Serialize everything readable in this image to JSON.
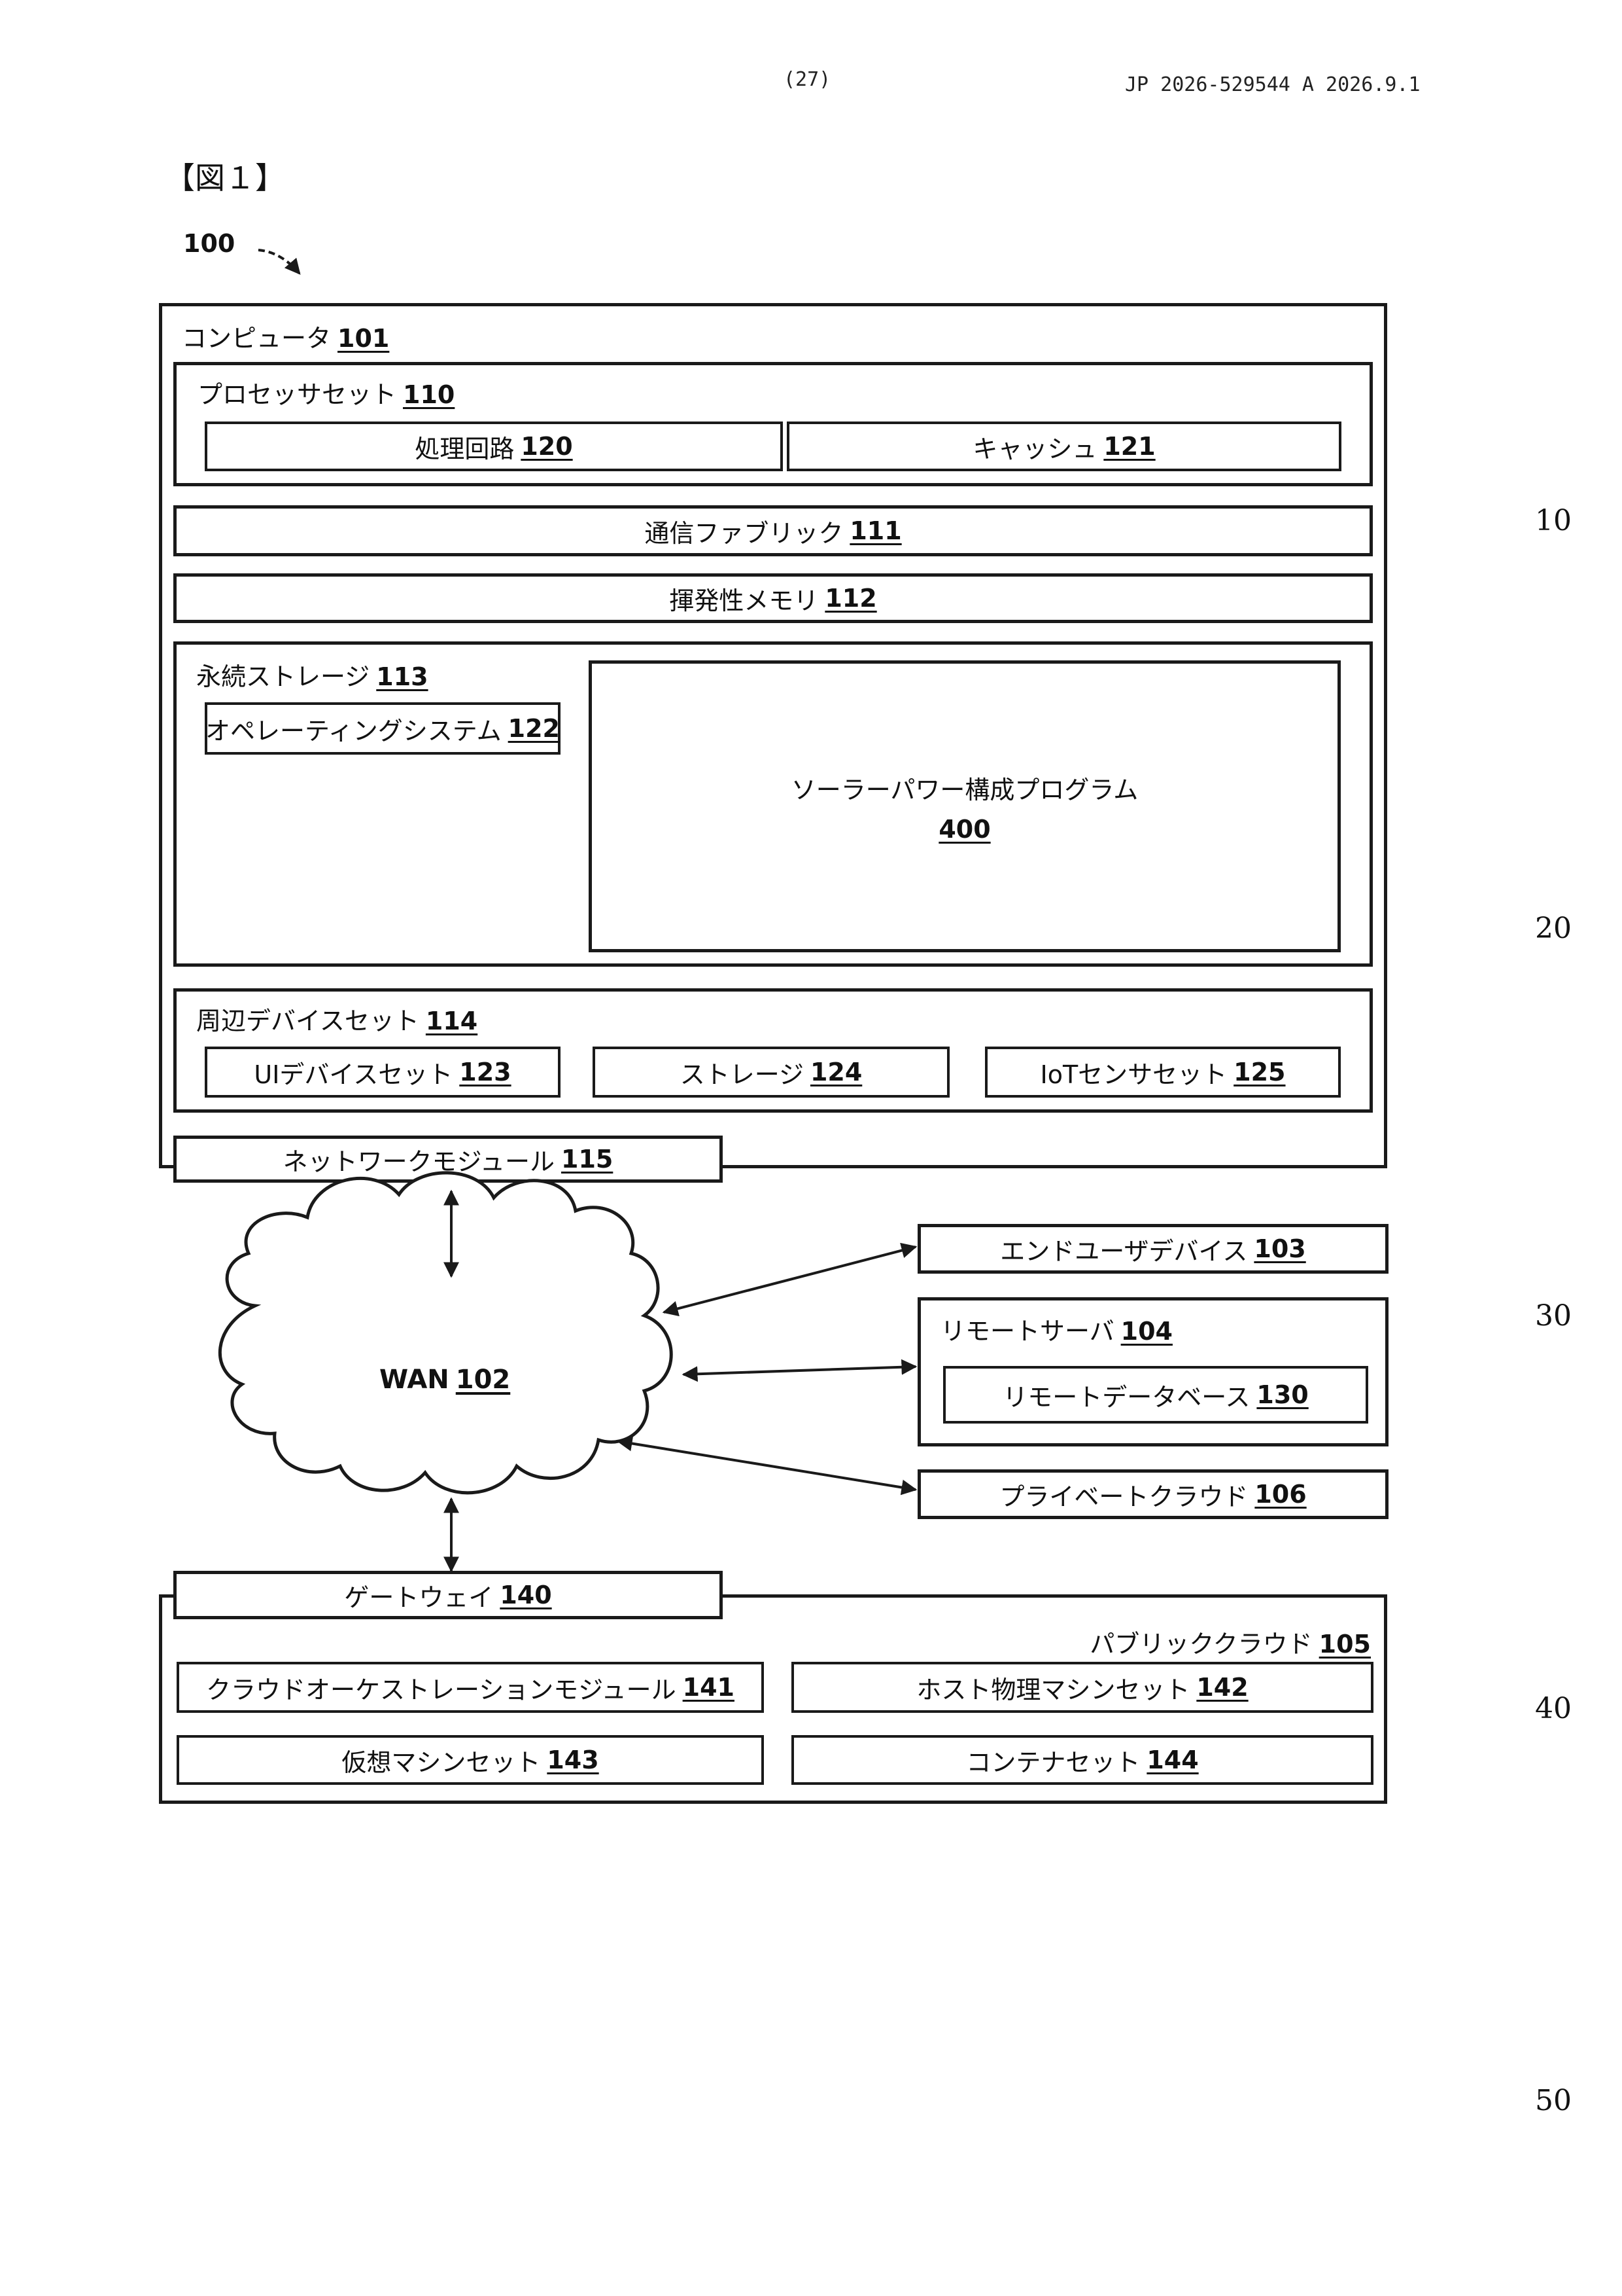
{
  "header": {
    "page_number": "(27)",
    "publication": "JP  2026-529544  A  2026.9.1"
  },
  "figure": {
    "label": "【図１】",
    "ref": "100"
  },
  "margin_numbers": [
    "10",
    "20",
    "30",
    "40",
    "50"
  ],
  "computer": {
    "label": "コンピュータ",
    "num": "101"
  },
  "processor_set": {
    "label": "プロセッサセット",
    "num": "110"
  },
  "processing_circuit": {
    "label": "処理回路",
    "num": "120"
  },
  "cache": {
    "label": "キャッシュ",
    "num": "121"
  },
  "comm_fabric": {
    "label": "通信ファブリック",
    "num": "111"
  },
  "volatile_memory": {
    "label": "揮発性メモリ",
    "num": "112"
  },
  "persistent_storage": {
    "label": "永続ストレージ",
    "num": "113"
  },
  "os": {
    "label": "オペレーティングシステム",
    "num": "122"
  },
  "solar_program": {
    "label": "ソーラーパワー構成プログラム",
    "num": "400"
  },
  "peripheral_set": {
    "label": "周辺デバイスセット",
    "num": "114"
  },
  "ui_device_set": {
    "label": "UIデバイスセット",
    "num": "123"
  },
  "storage": {
    "label": "ストレージ",
    "num": "124"
  },
  "iot_sensor_set": {
    "label": "IoTセンサセット",
    "num": "125"
  },
  "network_module": {
    "label": "ネットワークモジュール",
    "num": "115"
  },
  "wan": {
    "label": "WAN",
    "num": "102"
  },
  "end_user_device": {
    "label": "エンドユーザデバイス",
    "num": "103"
  },
  "remote_server": {
    "label": "リモートサーバ",
    "num": "104"
  },
  "remote_database": {
    "label": "リモートデータベース",
    "num": "130"
  },
  "private_cloud": {
    "label": "プライベートクラウド",
    "num": "106"
  },
  "gateway": {
    "label": "ゲートウェイ",
    "num": "140"
  },
  "public_cloud": {
    "label": "パブリッククラウド",
    "num": "105"
  },
  "cloud_orchestration": {
    "label": "クラウドオーケストレーションモジュール",
    "num": "141"
  },
  "host_physical": {
    "label": "ホスト物理マシンセット",
    "num": "142"
  },
  "virtual_machine": {
    "label": "仮想マシンセット",
    "num": "143"
  },
  "container_set": {
    "label": "コンテナセット",
    "num": "144"
  }
}
